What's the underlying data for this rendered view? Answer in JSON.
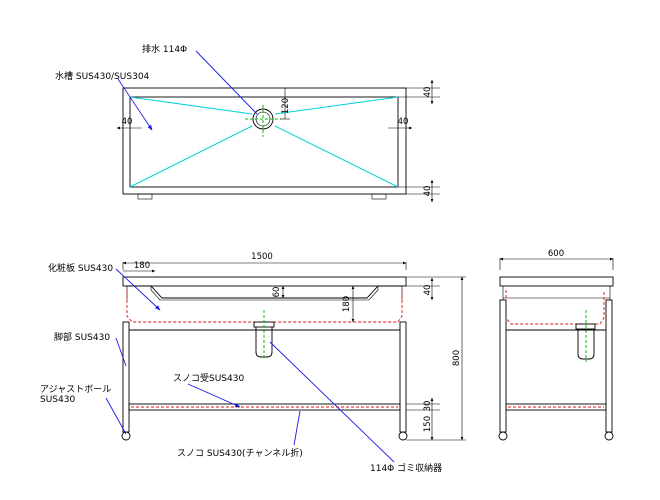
{
  "labels": {
    "drain": "排水 114Φ",
    "tank": "水槽 SUS430/SUS304",
    "top_board": "化粧板 SUS430",
    "leg": "脚部 SUS430",
    "adjuster_1": "アジャストボール",
    "adjuster_2": "SUS430",
    "slat_rail": "スノコ受SUS430",
    "slat": "スノコ SUS430(チャンネル折)",
    "trash": "114Φ ゴミ収納器"
  },
  "dims": {
    "top_40_top": "40",
    "top_120": "120",
    "top_40_left": "40",
    "top_40_right": "40",
    "top_40_bottom": "40",
    "width_1500": "1500",
    "front_180_left": "180",
    "front_60": "60",
    "front_180_depth": "180",
    "front_40": "40",
    "front_800": "800",
    "front_30": "30",
    "front_150": "150",
    "depth_600": "600"
  },
  "colors": {
    "leader": "#1a1ae6",
    "sink_slope": "#00d0e0",
    "hidden_line": "#e01010",
    "center_line": "#00c000"
  }
}
